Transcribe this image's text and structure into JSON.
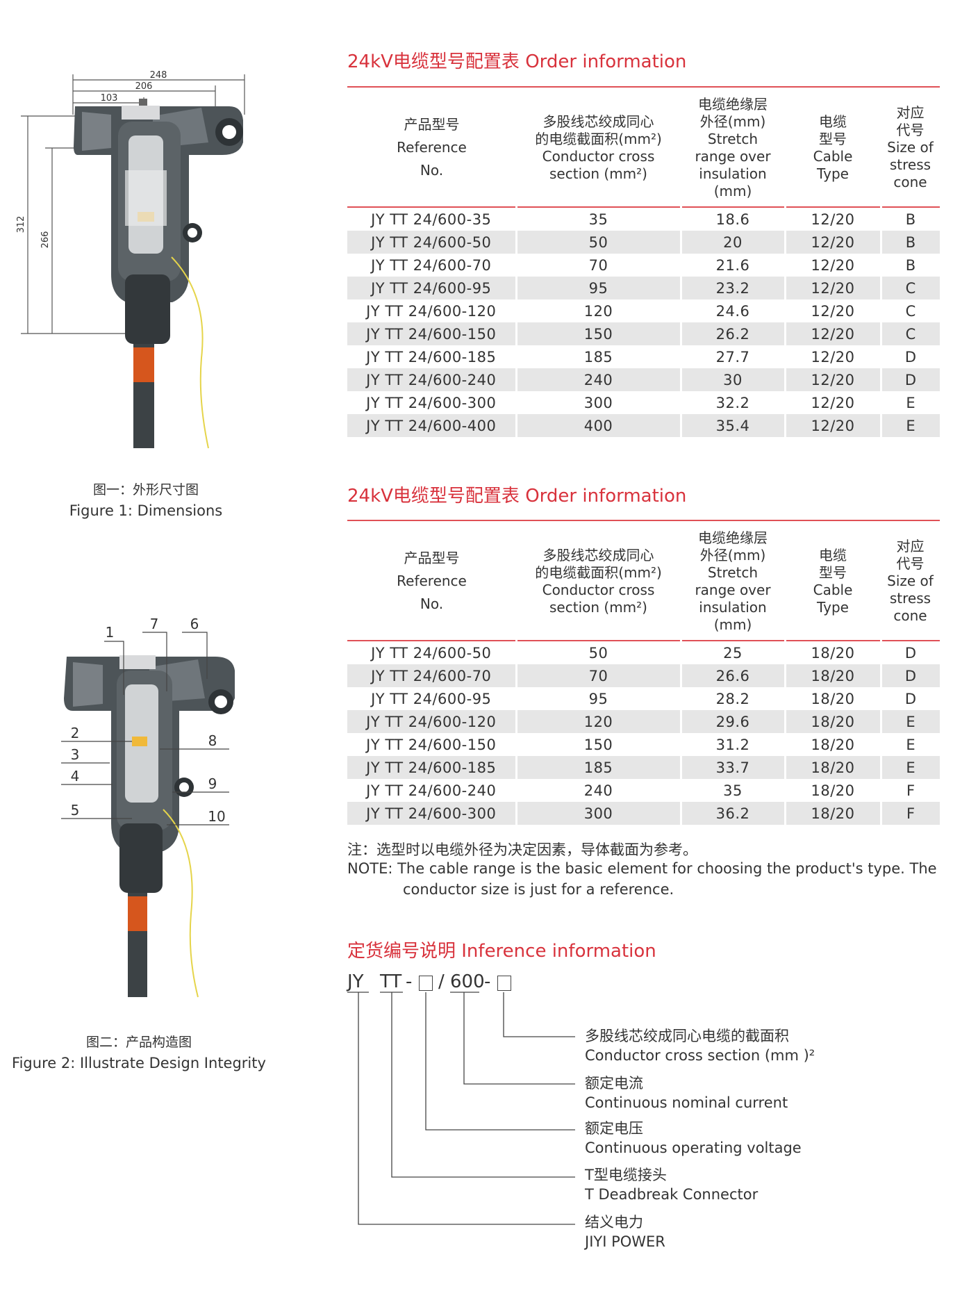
{
  "colors": {
    "accent": "#d8323c",
    "row_alt": "#e6e6e6",
    "text": "#333333"
  },
  "figure1": {
    "caption_cn": "图一：外形尺寸图",
    "caption_en": "Figure 1: Dimensions",
    "dims": {
      "w248": "248",
      "w206": "206",
      "w103": "103",
      "h312": "312",
      "h266": "266"
    }
  },
  "figure2": {
    "caption_cn": "图二：产品构造图",
    "caption_en": "Figure 2: Illustrate Design Integrity",
    "callouts": [
      "1",
      "2",
      "3",
      "4",
      "5",
      "6",
      "7",
      "8",
      "9",
      "10"
    ]
  },
  "headers": {
    "c1": [
      "产品型号",
      "Reference",
      "No."
    ],
    "c2": [
      "多股线芯绞成同心",
      "的电缆截面积(mm²)",
      "Conductor cross",
      "section (mm²)"
    ],
    "c3": [
      "电缆绝缘层",
      "外径(mm)",
      "Stretch",
      "range over",
      "insulation",
      "(mm)"
    ],
    "c4": [
      "电缆",
      "型号",
      "Cable",
      "Type"
    ],
    "c5": [
      "对应",
      "代号",
      "Size of",
      "stress",
      "cone"
    ]
  },
  "table1": {
    "title": "24kV电缆型号配置表  Order information",
    "rows": [
      [
        "JY TT 24/600-35",
        "35",
        "18.6",
        "12/20",
        "B"
      ],
      [
        "JY TT 24/600-50",
        "50",
        "20",
        "12/20",
        "B"
      ],
      [
        "JY TT 24/600-70",
        "70",
        "21.6",
        "12/20",
        "B"
      ],
      [
        "JY TT 24/600-95",
        "95",
        "23.2",
        "12/20",
        "C"
      ],
      [
        "JY TT 24/600-120",
        "120",
        "24.6",
        "12/20",
        "C"
      ],
      [
        "JY TT 24/600-150",
        "150",
        "26.2",
        "12/20",
        "C"
      ],
      [
        "JY TT 24/600-185",
        "185",
        "27.7",
        "12/20",
        "D"
      ],
      [
        "JY TT 24/600-240",
        "240",
        "30",
        "12/20",
        "D"
      ],
      [
        "JY TT 24/600-300",
        "300",
        "32.2",
        "12/20",
        "E"
      ],
      [
        "JY TT 24/600-400",
        "400",
        "35.4",
        "12/20",
        "E"
      ]
    ]
  },
  "table2": {
    "title": "24kV电缆型号配置表  Order information",
    "rows": [
      [
        "JY TT 24/600-50",
        "50",
        "25",
        "18/20",
        "D"
      ],
      [
        "JY TT 24/600-70",
        "70",
        "26.6",
        "18/20",
        "D"
      ],
      [
        "JY TT 24/600-95",
        "95",
        "28.2",
        "18/20",
        "D"
      ],
      [
        "JY TT 24/600-120",
        "120",
        "29.6",
        "18/20",
        "E"
      ],
      [
        "JY TT 24/600-150",
        "150",
        "31.2",
        "18/20",
        "E"
      ],
      [
        "JY TT 24/600-185",
        "185",
        "33.7",
        "18/20",
        "E"
      ],
      [
        "JY TT 24/600-240",
        "240",
        "35",
        "18/20",
        "F"
      ],
      [
        "JY TT 24/600-300",
        "300",
        "36.2",
        "18/20",
        "F"
      ]
    ]
  },
  "note": {
    "cn": "注：选型时以电缆外径为决定因素，导体截面为参考。",
    "en1": "NOTE: The cable range is the basic element for choosing the product's type. The",
    "en2": "conductor size is just for a reference."
  },
  "inference": {
    "title": "定货编号说明  Inference information",
    "code": {
      "p1": "JY",
      "p2": "TT",
      "sep1": "-",
      "sep2": "/",
      "p4": "600",
      "sep3": "-"
    },
    "items": [
      {
        "cn": "多股线芯绞成同心电缆的截面积",
        "en": "Conductor cross section (mm )²"
      },
      {
        "cn": "额定电流",
        "en": "Continuous nominal current"
      },
      {
        "cn": "额定电压",
        "en": "Continuous operating voltage"
      },
      {
        "cn": "T型电缆接头",
        "en": "T Deadbreak Connector"
      },
      {
        "cn": "结义电力",
        "en": "JIYI POWER"
      }
    ]
  }
}
